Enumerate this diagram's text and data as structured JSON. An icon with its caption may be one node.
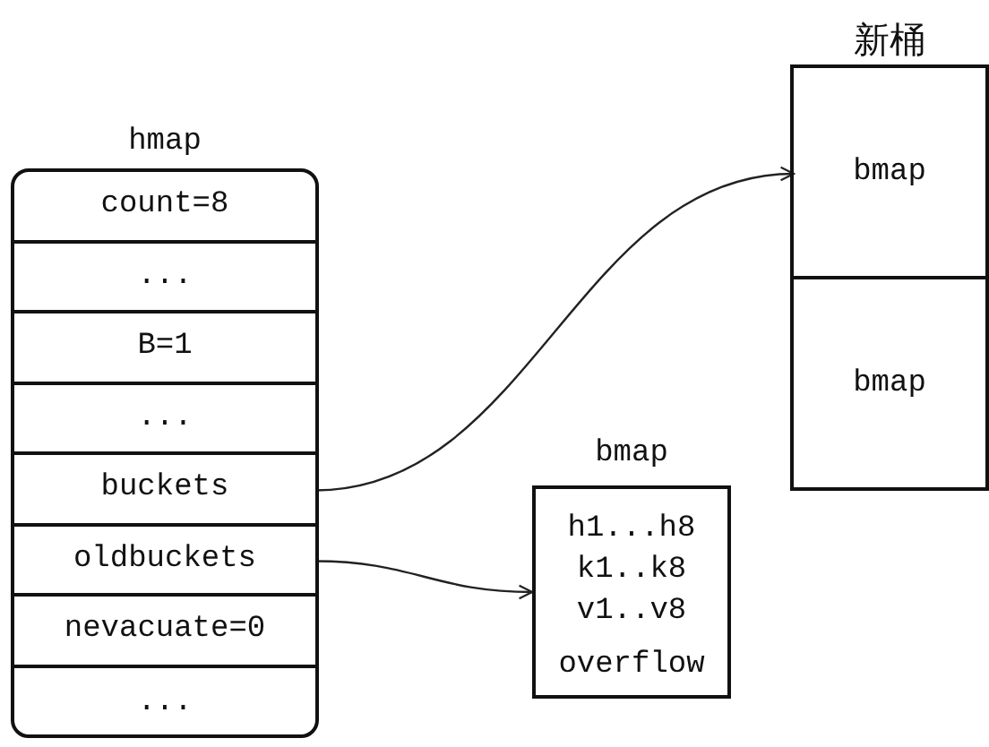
{
  "diagram": {
    "nodes": [
      {
        "text": [
          "hmap"
        ]
      },
      {
        "text": [
          "count=8"
        ],
        "in": 0
      },
      {
        "text": [
          "..."
        ],
        "in": 0
      },
      {
        "text": [
          "B=1"
        ],
        "in": 0
      },
      {
        "text": [
          "..."
        ],
        "in": 0
      },
      {
        "text": [
          "buckets"
        ],
        "in": 0
      },
      {
        "text": [
          "oldbuckets"
        ],
        "in": 0
      },
      {
        "text": [
          "nevacuate=0"
        ],
        "in": 0
      },
      {
        "text": [
          "..."
        ],
        "in": 0
      },
      {
        "text": [
          "新桶"
        ]
      },
      {
        "text": [
          "bmap"
        ],
        "in": 9
      },
      {
        "text": [
          "bmap"
        ],
        "in": 9
      },
      {
        "text": [
          "bmap",
          "h1...h8",
          "k1..k8",
          "v1..v8",
          "overflow"
        ]
      }
    ],
    "edges": [
      {
        "from": 5,
        "to": 10,
        "arrow": "to"
      },
      {
        "from": 6,
        "to": 12,
        "arrow": "to"
      }
    ]
  }
}
